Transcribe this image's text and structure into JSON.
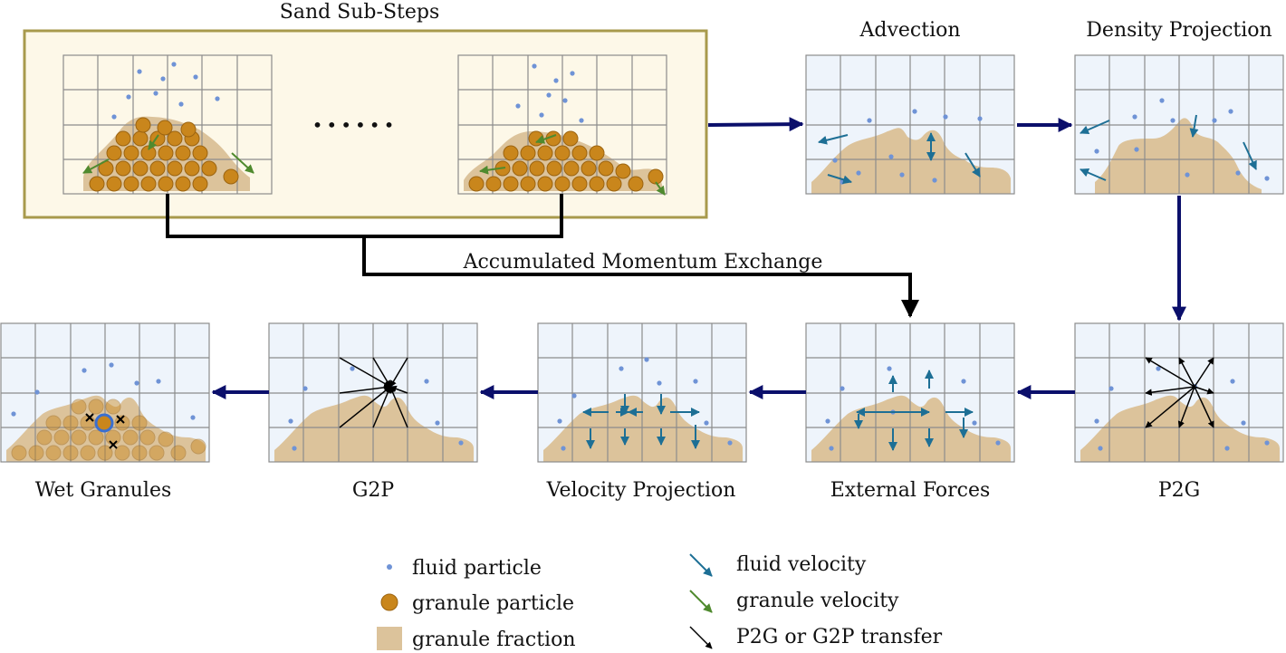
{
  "labels": {
    "sand_substeps": "Sand Sub-Steps",
    "ellipsis": "••••••",
    "advection": "Advection",
    "density_projection": "Density Projection",
    "accumulated": "Accumulated Momentum Exchange",
    "wet_granules": "Wet Granules",
    "g2p": "G2P",
    "velocity_projection": "Velocity Projection",
    "external_forces": "External Forces",
    "p2g": "P2G"
  },
  "legend": {
    "fluid_particle": "fluid particle",
    "granule_particle": "granule particle",
    "granule_fraction": "granule fraction",
    "fluid_velocity": "fluid velocity",
    "granule_velocity": "granule velocity",
    "transfer": "P2G or G2P transfer"
  },
  "colors": {
    "navy_arrow": "#0b0f6b",
    "sand_fill": "#dcc39b",
    "granule": "#c9861c",
    "granule_edge": "#9c6410",
    "fluid_dot": "#6f93d6",
    "fluid_arrow": "#1d6f95",
    "granule_arrow": "#4f8a2e",
    "grid_bg": "#eef4fb",
    "grid_line": "#8c8c8c",
    "panel_bg": "#fdf8e8",
    "panel_border": "#a89a4c"
  }
}
